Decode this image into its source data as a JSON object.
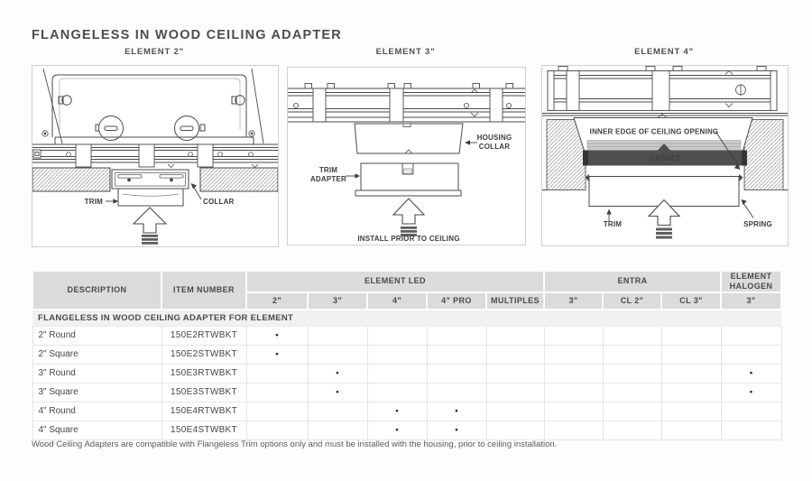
{
  "page": {
    "title": "FLANGELESS IN WOOD CEILING ADAPTER",
    "footnote": "Wood Ceiling Adapters are compatible with Flangeless Trim options only and must be installed with the housing, prior to ceiling installation."
  },
  "diagrams": [
    {
      "title": "ELEMENT 2\"",
      "labels": {
        "trim": "TRIM",
        "collar": "COLLAR"
      }
    },
    {
      "title": "ELEMENT 3\"",
      "labels": {
        "housing_line1": "HOUSING",
        "housing_line2": "COLLAR",
        "adapter_line1": "TRIM",
        "adapter_line2": "ADAPTER",
        "install_note": "INSTALL PRIOR TO CEILING"
      }
    },
    {
      "title": "ELEMENT 4\"",
      "labels": {
        "inner_edge": "INNER EDGE OF CEILING OPENING",
        "gasket": "GASKET",
        "trim": "TRIM",
        "spring": "SPRING"
      }
    }
  ],
  "table": {
    "headers": {
      "description": "DESCRIPTION",
      "item_number": "ITEM NUMBER"
    },
    "groups": [
      {
        "label": "ELEMENT LED",
        "span": 5
      },
      {
        "label": "ENTRA",
        "span": 3
      },
      {
        "label": "ELEMENT HALOGEN",
        "span": 1
      }
    ],
    "sub_headers": [
      "2\"",
      "3\"",
      "4\"",
      "4\" PRO",
      "MULTIPLES",
      "3\"",
      "CL 2\"",
      "CL 3\"",
      "3\""
    ],
    "section_header": "FLANGELESS IN WOOD CEILING ADAPTER FOR ELEMENT",
    "mark_symbol": "●",
    "rows": [
      {
        "description": "2\" Round",
        "item_number": "150E2RTWBKT",
        "marks": [
          1,
          0,
          0,
          0,
          0,
          0,
          0,
          0,
          0
        ]
      },
      {
        "description": "2\" Square",
        "item_number": "150E2STWBKT",
        "marks": [
          1,
          0,
          0,
          0,
          0,
          0,
          0,
          0,
          0
        ]
      },
      {
        "description": "3\" Round",
        "item_number": "150E3RTWBKT",
        "marks": [
          0,
          1,
          0,
          0,
          0,
          0,
          0,
          0,
          1
        ]
      },
      {
        "description": "3\" Square",
        "item_number": "150E3STWBKT",
        "marks": [
          0,
          1,
          0,
          0,
          0,
          0,
          0,
          0,
          1
        ]
      },
      {
        "description": "4\" Round",
        "item_number": "150E4RTWBKT",
        "marks": [
          0,
          0,
          1,
          1,
          0,
          0,
          0,
          0,
          0
        ]
      },
      {
        "description": "4\" Square",
        "item_number": "150E4STWBKT",
        "marks": [
          0,
          0,
          1,
          1,
          0,
          0,
          0,
          0,
          0
        ]
      }
    ]
  },
  "colors": {
    "header_bg": "#dbdbdb",
    "section_bg": "#f1f1f1",
    "line_art": "#4a4a4a",
    "gasket_fill": "#4f4f4f"
  }
}
